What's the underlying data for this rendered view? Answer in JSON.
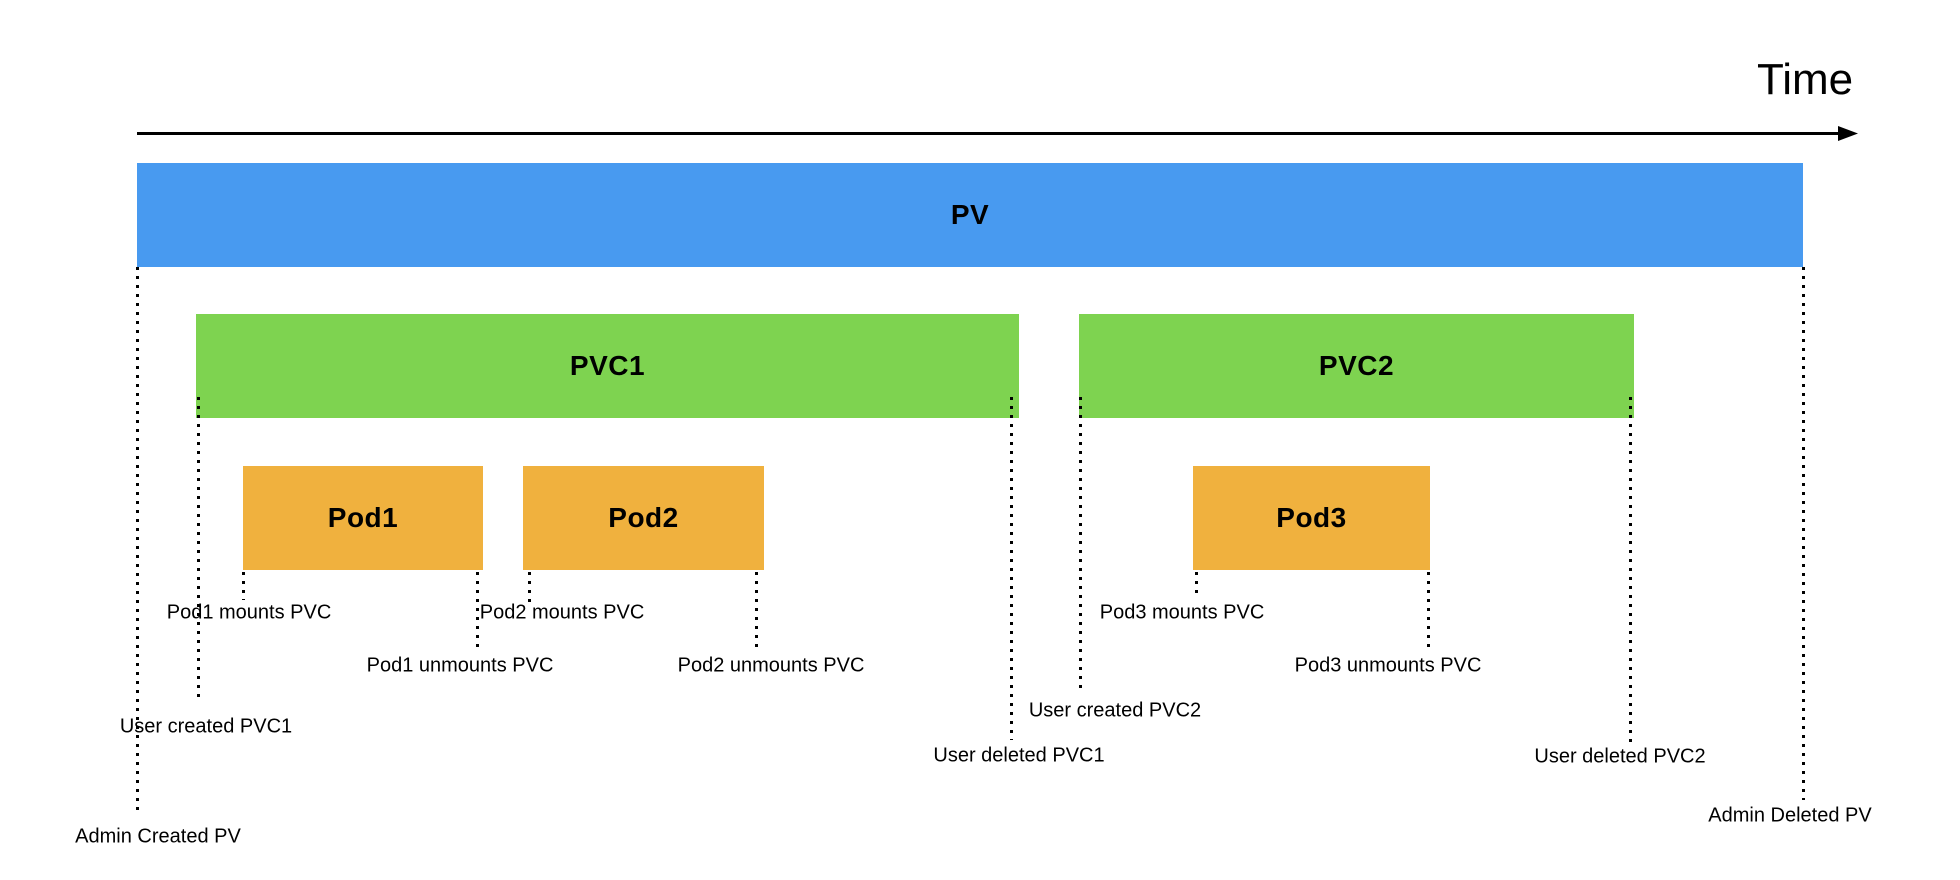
{
  "axis": {
    "label": "Time"
  },
  "colors": {
    "pv": "#489AF0",
    "pvc": "#7ED350",
    "pod": "#F0B13E",
    "line": "#000000"
  },
  "bars": {
    "pv": {
      "label": "PV"
    },
    "pvc1": {
      "label": "PVC1"
    },
    "pvc2": {
      "label": "PVC2"
    },
    "pod1": {
      "label": "Pod1"
    },
    "pod2": {
      "label": "Pod2"
    },
    "pod3": {
      "label": "Pod3"
    }
  },
  "events": {
    "pod1_mounts": {
      "label": "Pod1 mounts PVC"
    },
    "pod2_mounts": {
      "label": "Pod2 mounts PVC"
    },
    "pod3_mounts": {
      "label": "Pod3 mounts PVC"
    },
    "pod1_unmounts": {
      "label": "Pod1 unmounts PVC"
    },
    "pod2_unmounts": {
      "label": "Pod2 unmounts PVC"
    },
    "pod3_unmounts": {
      "label": "Pod3 unmounts PVC"
    },
    "user_created_pvc1": {
      "label": "User created PVC1"
    },
    "user_created_pvc2": {
      "label": "User created PVC2"
    },
    "user_deleted_pvc1": {
      "label": "User deleted PVC1"
    },
    "user_deleted_pvc2": {
      "label": "User deleted PVC2"
    },
    "admin_created_pv": {
      "label": "Admin Created PV"
    },
    "admin_deleted_pv": {
      "label": "Admin Deleted PV"
    }
  }
}
